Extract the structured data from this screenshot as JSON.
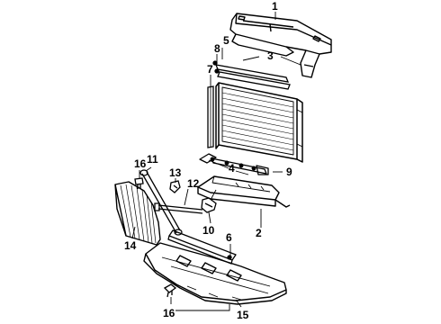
{
  "callouts": {
    "c1": "1",
    "c2": "2",
    "c3": "3",
    "c4": "4",
    "c5": "5",
    "c6": "6",
    "c7": "7",
    "c8": "8",
    "c9": "9",
    "c10": "10",
    "c11": "11",
    "c12": "12",
    "c13": "13",
    "c14": "14",
    "c15": "15",
    "c16a": "16",
    "c16b": "16"
  },
  "colors": {
    "ink": "#000000",
    "paper": "#ffffff"
  }
}
